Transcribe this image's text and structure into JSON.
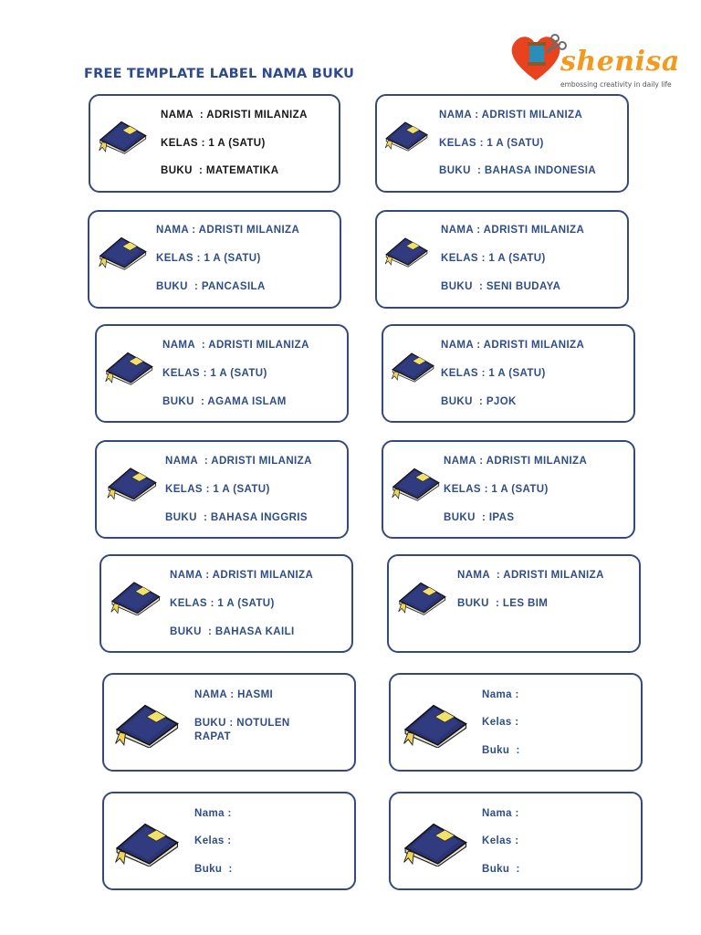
{
  "page": {
    "title": "FREE TEMPLATE LABEL NAMA BUKU"
  },
  "logo": {
    "brand": "shenisa",
    "tagline": "embossing creativity in daily life"
  },
  "colors": {
    "border": "#344a7c",
    "text": "#2f4d85",
    "book_cover": "#2b3471",
    "book_tag": "#f1e06a"
  },
  "labels": [
    {
      "icon": "book-icon",
      "nama": "NAMA  : ADRISTI MILANIZA",
      "kelas": "KELAS : 1 A (SATU)",
      "buku": "BUKU  : MATEMATIKA"
    },
    {
      "icon": "book-icon",
      "nama": "NAMA : ADRISTI MILANIZA",
      "kelas": "KELAS : 1 A (SATU)",
      "buku": "BUKU  : BAHASA INDONESIA"
    },
    {
      "icon": "book-icon",
      "nama": "NAMA : ADRISTI MILANIZA",
      "kelas": "KELAS : 1 A (SATU)",
      "buku": "BUKU  : PANCASILA"
    },
    {
      "icon": "book-icon",
      "nama": "NAMA : ADRISTI MILANIZA",
      "kelas": "KELAS : 1 A (SATU)",
      "buku": "BUKU  : SENI BUDAYA"
    },
    {
      "icon": "book-icon",
      "nama": "NAMA  : ADRISTI MILANIZA",
      "kelas": "KELAS : 1 A (SATU)",
      "buku": "BUKU  : AGAMA ISLAM"
    },
    {
      "icon": "book-icon",
      "nama": "NAMA : ADRISTI MILANIZA",
      "kelas": "KELAS : 1 A (SATU)",
      "buku": "BUKU  : PJOK"
    },
    {
      "icon": "book-icon",
      "nama": "NAMA  : ADRISTI MILANIZA",
      "kelas": "KELAS : 1 A (SATU)",
      "buku": "BUKU  : BAHASA INGGRIS"
    },
    {
      "icon": "book-icon",
      "nama": "NAMA : ADRISTI MILANIZA",
      "kelas": "KELAS : 1 A (SATU)",
      "buku": "BUKU  : IPAS"
    },
    {
      "icon": "book-icon",
      "nama": "NAMA : ADRISTI MILANIZA",
      "kelas": "KELAS : 1 A (SATU)",
      "buku": "BUKU  : BAHASA KAILI"
    },
    {
      "icon": "book-icon",
      "nama": "NAMA  : ADRISTI MILANIZA",
      "buku": "BUKU  : LES BIM"
    },
    {
      "icon": "book-icon",
      "nama": "NAMA : HASMI",
      "buku": "BUKU : NOTULEN RAPAT"
    },
    {
      "icon": "book-icon",
      "nama": "Nama :",
      "kelas": "Kelas :",
      "buku": "Buku  :"
    },
    {
      "icon": "book-icon",
      "nama": "Nama :",
      "kelas": "Kelas :",
      "buku": "Buku  :"
    },
    {
      "icon": "book-icon",
      "nama": "Nama :",
      "kelas": "Kelas :",
      "buku": "Buku  :"
    }
  ]
}
